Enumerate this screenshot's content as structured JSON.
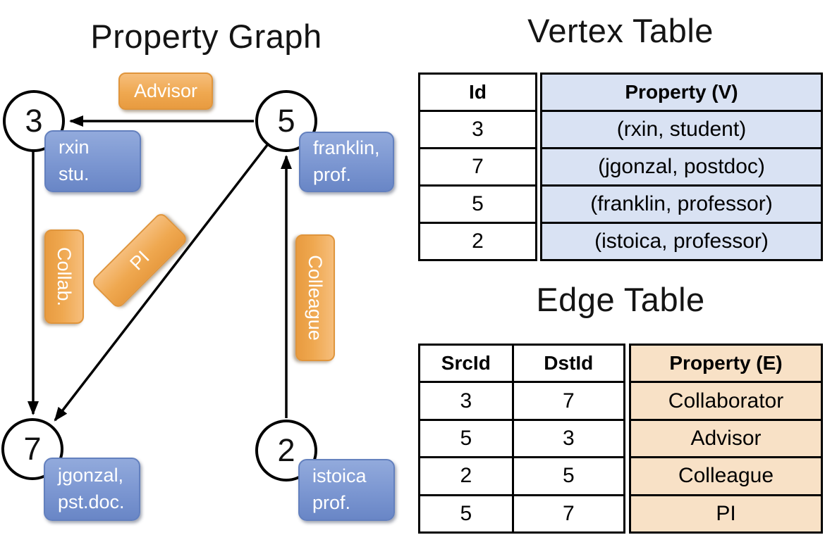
{
  "graph": {
    "title": "Property Graph",
    "nodes": [
      {
        "id": "3",
        "prop_line1": "rxin",
        "prop_line2": "stu."
      },
      {
        "id": "5",
        "prop_line1": "franklin,",
        "prop_line2": "prof."
      },
      {
        "id": "7",
        "prop_line1": "jgonzal,",
        "prop_line2": "pst.doc."
      },
      {
        "id": "2",
        "prop_line1": "istoica",
        "prop_line2": "prof."
      }
    ],
    "edge_labels": {
      "advisor": "Advisor",
      "collab": "Collab.",
      "pi": "PI",
      "colleague": "Colleague"
    }
  },
  "vertex_table": {
    "title": "Vertex Table",
    "id_header": "Id",
    "property_header": "Property (V)",
    "rows": [
      {
        "id": "3",
        "property": "(rxin, student)"
      },
      {
        "id": "7",
        "property": "(jgonzal, postdoc)"
      },
      {
        "id": "5",
        "property": "(franklin, professor)"
      },
      {
        "id": "2",
        "property": "(istoica, professor)"
      }
    ]
  },
  "edge_table": {
    "title": "Edge Table",
    "src_header": "SrcId",
    "dst_header": "DstId",
    "property_header": "Property (E)",
    "rows": [
      {
        "src": "3",
        "dst": "7",
        "property": "Collaborator"
      },
      {
        "src": "5",
        "dst": "3",
        "property": "Advisor"
      },
      {
        "src": "2",
        "dst": "5",
        "property": "Colleague"
      },
      {
        "src": "5",
        "dst": "7",
        "property": "PI"
      }
    ]
  },
  "colors": {
    "edge_label_orange": "#efa850",
    "node_label_blue": "#7b96d1",
    "vertex_property_fill": "#d9e2f3",
    "edge_property_fill": "#f8e1c6",
    "line_black": "#000000"
  }
}
